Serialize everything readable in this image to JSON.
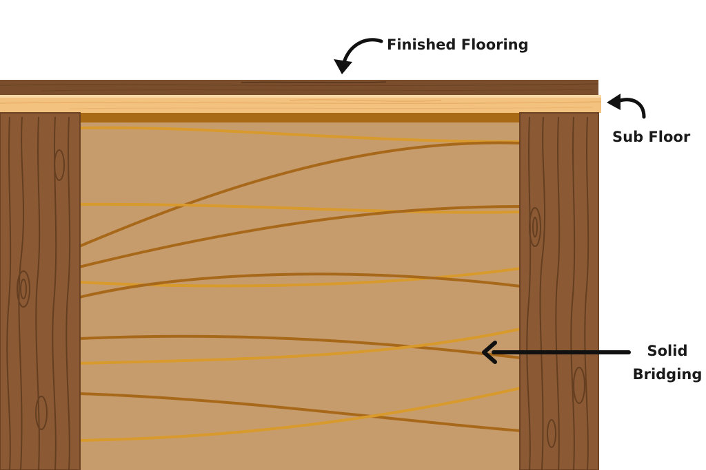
{
  "labels": {
    "finished_flooring": "Finished Flooring",
    "sub_floor": "Sub Floor",
    "solid_bridging_line1": "Solid",
    "solid_bridging_line2": "Bridging"
  },
  "colors": {
    "finished_flooring": "#7a4e2d",
    "sub_floor": "#f3c27e",
    "joist": "#8b5a34",
    "joist_grain": "#5e3a1e",
    "bridging_fill": "#c69c6d",
    "bridging_top_band": "#a86a14",
    "bridging_grain_light": "#d89a2c",
    "bridging_grain_dark": "#a8681a",
    "arrow": "#111111"
  }
}
